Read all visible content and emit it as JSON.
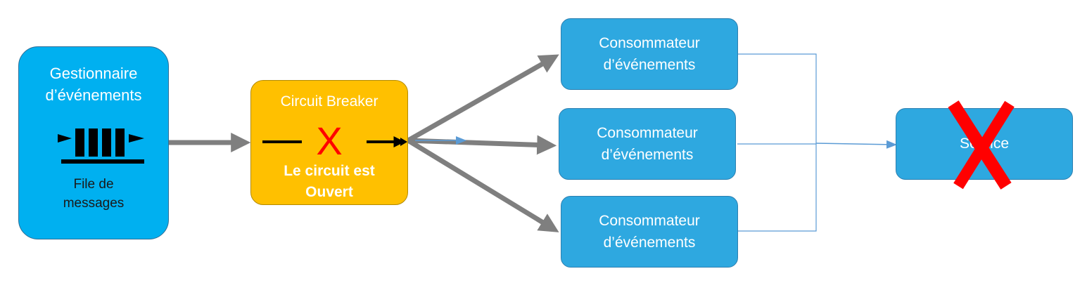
{
  "broker": {
    "title_line1": "Gestionnaire",
    "title_line2": "d’événements",
    "queue_line1": "File de",
    "queue_line2": "messages"
  },
  "circuit_breaker": {
    "title": "Circuit Breaker",
    "status_line1": "Le circuit est",
    "status_line2": "Ouvert",
    "fail_mark": "X"
  },
  "consumers": [
    {
      "line1": "Consommateur",
      "line2": "d’événements"
    },
    {
      "line1": "Consommateur",
      "line2": "d’événements"
    },
    {
      "line1": "Consommateur",
      "line2": "d’événements"
    }
  ],
  "service": {
    "label": "Service"
  },
  "colors": {
    "broker": "#00b0f0",
    "circuit_breaker": "#ffc000",
    "consumer": "#2ea8e0",
    "arrow": "#7f7f7f",
    "connector": "#5b9bd5",
    "fail": "#ff0000"
  }
}
